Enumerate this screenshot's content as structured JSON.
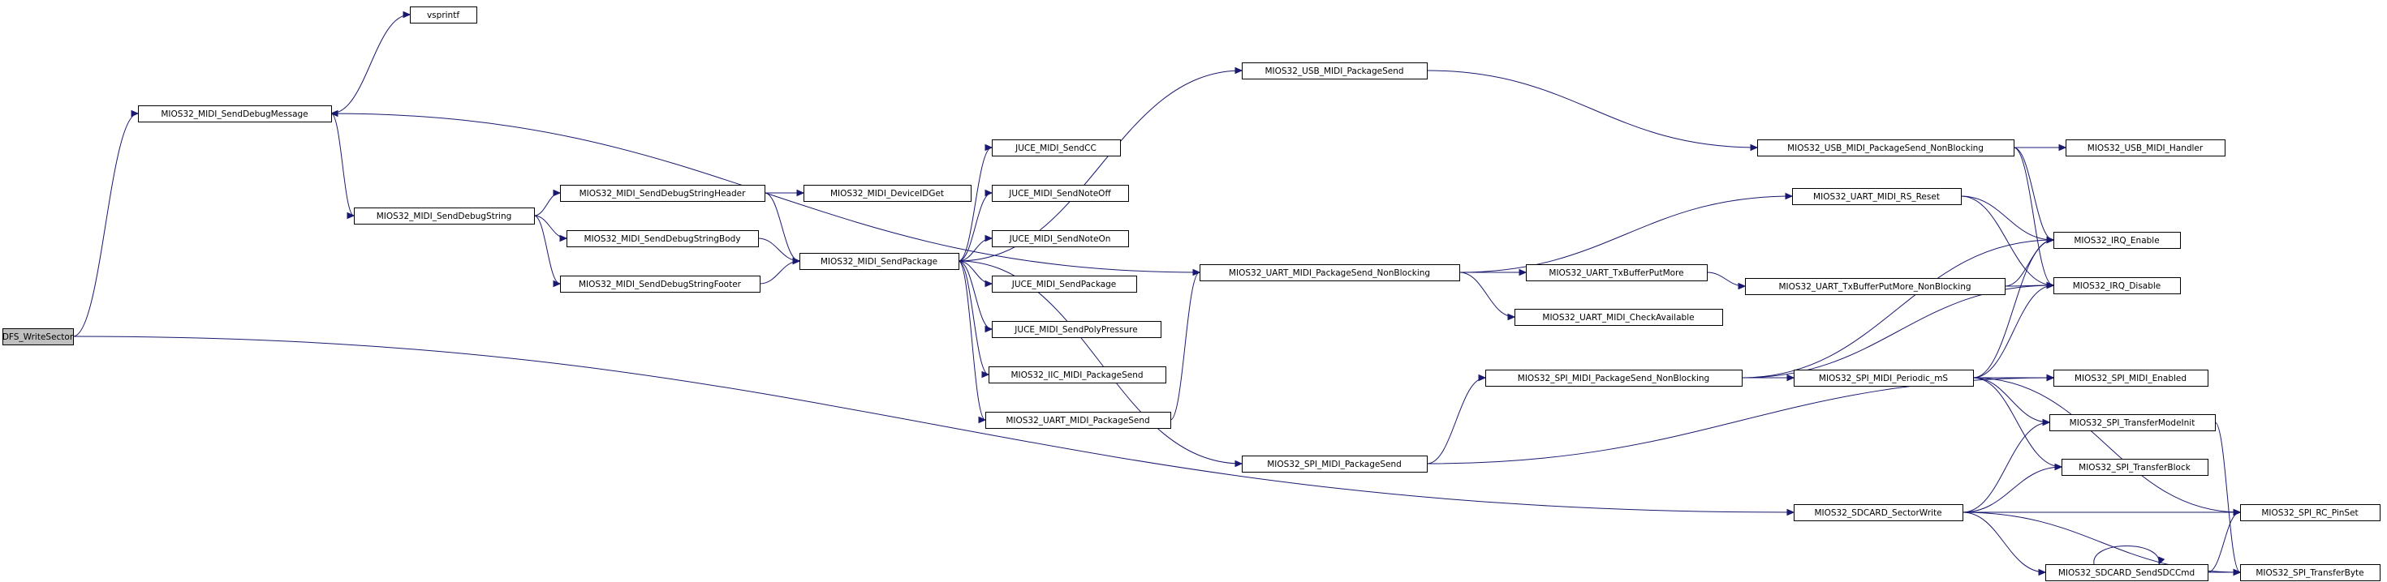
{
  "graph": {
    "title": "",
    "edge_color": "#191970",
    "root_fill": "#bfbfbf",
    "node_fill": "#ffffff",
    "nodes": [
      {
        "id": "n1",
        "label": "DFS_WriteSector",
        "root": true
      },
      {
        "id": "n2",
        "label": "MIOS32_MIDI_SendDebugMessage"
      },
      {
        "id": "n3",
        "label": "vsprintf"
      },
      {
        "id": "n4",
        "label": "MIOS32_MIDI_SendDebugString"
      },
      {
        "id": "n5",
        "label": "MIOS32_MIDI_SendDebugStringHeader"
      },
      {
        "id": "n6",
        "label": "MIOS32_MIDI_SendDebugStringBody"
      },
      {
        "id": "n7",
        "label": "MIOS32_MIDI_SendDebugStringFooter"
      },
      {
        "id": "n8",
        "label": "MIOS32_MIDI_DeviceIDGet"
      },
      {
        "id": "n9",
        "label": "MIOS32_MIDI_SendPackage"
      },
      {
        "id": "n10",
        "label": "JUCE_MIDI_SendCC"
      },
      {
        "id": "n11",
        "label": "JUCE_MIDI_SendNoteOff"
      },
      {
        "id": "n12",
        "label": "JUCE_MIDI_SendNoteOn"
      },
      {
        "id": "n13",
        "label": "JUCE_MIDI_SendPackage"
      },
      {
        "id": "n14",
        "label": "JUCE_MIDI_SendPolyPressure"
      },
      {
        "id": "n15",
        "label": "MIOS32_IIC_MIDI_PackageSend"
      },
      {
        "id": "n16",
        "label": "MIOS32_UART_MIDI_PackageSend"
      },
      {
        "id": "n17",
        "label": "MIOS32_USB_MIDI_PackageSend"
      },
      {
        "id": "n18",
        "label": "MIOS32_UART_MIDI_PackageSend_NonBlocking"
      },
      {
        "id": "n19",
        "label": "MIOS32_SPI_MIDI_PackageSend"
      },
      {
        "id": "n20",
        "label": "MIOS32_SPI_MIDI_PackageSend_NonBlocking"
      },
      {
        "id": "n21",
        "label": "MIOS32_USB_MIDI_PackageSend_NonBlocking"
      },
      {
        "id": "n22",
        "label": "MIOS32_UART_MIDI_RS_Reset"
      },
      {
        "id": "n23",
        "label": "MIOS32_UART_TxBufferPutMore"
      },
      {
        "id": "n24",
        "label": "MIOS32_UART_MIDI_CheckAvailable"
      },
      {
        "id": "n25",
        "label": "MIOS32_SPI_MIDI_Periodic_mS"
      },
      {
        "id": "n26",
        "label": "MIOS32_SDCARD_SectorWrite"
      },
      {
        "id": "n27",
        "label": "MIOS32_USB_MIDI_Handler"
      },
      {
        "id": "n28",
        "label": "MIOS32_IRQ_Enable"
      },
      {
        "id": "n29",
        "label": "MIOS32_UART_TxBufferPutMore_NonBlocking"
      },
      {
        "id": "n30",
        "label": "MIOS32_IRQ_Disable"
      },
      {
        "id": "n31",
        "label": "MIOS32_SPI_MIDI_Enabled"
      },
      {
        "id": "n32",
        "label": "MIOS32_SPI_TransferModeInit"
      },
      {
        "id": "n33",
        "label": "MIOS32_SPI_TransferBlock"
      },
      {
        "id": "n34",
        "label": "MIOS32_SPI_RC_PinSet"
      },
      {
        "id": "n35",
        "label": "MIOS32_SDCARD_SendSDCCmd"
      },
      {
        "id": "n36",
        "label": "MIOS32_SPI_TransferByte"
      }
    ],
    "edges": [
      {
        "from": "n1",
        "to": "n2"
      },
      {
        "from": "n1",
        "to": "n26"
      },
      {
        "from": "n2",
        "to": "n3"
      },
      {
        "from": "n2",
        "to": "n4"
      },
      {
        "from": "n4",
        "to": "n5"
      },
      {
        "from": "n4",
        "to": "n6"
      },
      {
        "from": "n4",
        "to": "n7"
      },
      {
        "from": "n5",
        "to": "n8"
      },
      {
        "from": "n5",
        "to": "n9"
      },
      {
        "from": "n6",
        "to": "n9"
      },
      {
        "from": "n7",
        "to": "n9"
      },
      {
        "from": "n9",
        "to": "n10"
      },
      {
        "from": "n9",
        "to": "n11"
      },
      {
        "from": "n9",
        "to": "n12"
      },
      {
        "from": "n9",
        "to": "n13"
      },
      {
        "from": "n9",
        "to": "n14"
      },
      {
        "from": "n9",
        "to": "n15"
      },
      {
        "from": "n9",
        "to": "n16"
      },
      {
        "from": "n9",
        "to": "n17"
      },
      {
        "from": "n9",
        "to": "n19"
      },
      {
        "from": "n16",
        "to": "n18"
      },
      {
        "from": "n18",
        "to": "n2"
      },
      {
        "from": "n18",
        "to": "n22"
      },
      {
        "from": "n18",
        "to": "n23"
      },
      {
        "from": "n18",
        "to": "n24"
      },
      {
        "from": "n17",
        "to": "n21"
      },
      {
        "from": "n21",
        "to": "n27"
      },
      {
        "from": "n21",
        "to": "n28"
      },
      {
        "from": "n21",
        "to": "n30"
      },
      {
        "from": "n22",
        "to": "n28"
      },
      {
        "from": "n22",
        "to": "n30"
      },
      {
        "from": "n23",
        "to": "n29"
      },
      {
        "from": "n29",
        "to": "n28"
      },
      {
        "from": "n29",
        "to": "n30"
      },
      {
        "from": "n19",
        "to": "n20"
      },
      {
        "from": "n19",
        "to": "n31"
      },
      {
        "from": "n20",
        "to": "n25"
      },
      {
        "from": "n20",
        "to": "n28"
      },
      {
        "from": "n20",
        "to": "n30"
      },
      {
        "from": "n20",
        "to": "n31"
      },
      {
        "from": "n25",
        "to": "n28"
      },
      {
        "from": "n25",
        "to": "n30"
      },
      {
        "from": "n25",
        "to": "n31"
      },
      {
        "from": "n25",
        "to": "n32"
      },
      {
        "from": "n25",
        "to": "n33"
      },
      {
        "from": "n25",
        "to": "n34"
      },
      {
        "from": "n26",
        "to": "n32"
      },
      {
        "from": "n26",
        "to": "n33"
      },
      {
        "from": "n26",
        "to": "n34"
      },
      {
        "from": "n26",
        "to": "n35"
      },
      {
        "from": "n26",
        "to": "n36"
      },
      {
        "from": "n35",
        "to": "n35"
      },
      {
        "from": "n35",
        "to": "n34"
      },
      {
        "from": "n35",
        "to": "n36"
      },
      {
        "from": "n32",
        "to": "n36"
      }
    ]
  }
}
